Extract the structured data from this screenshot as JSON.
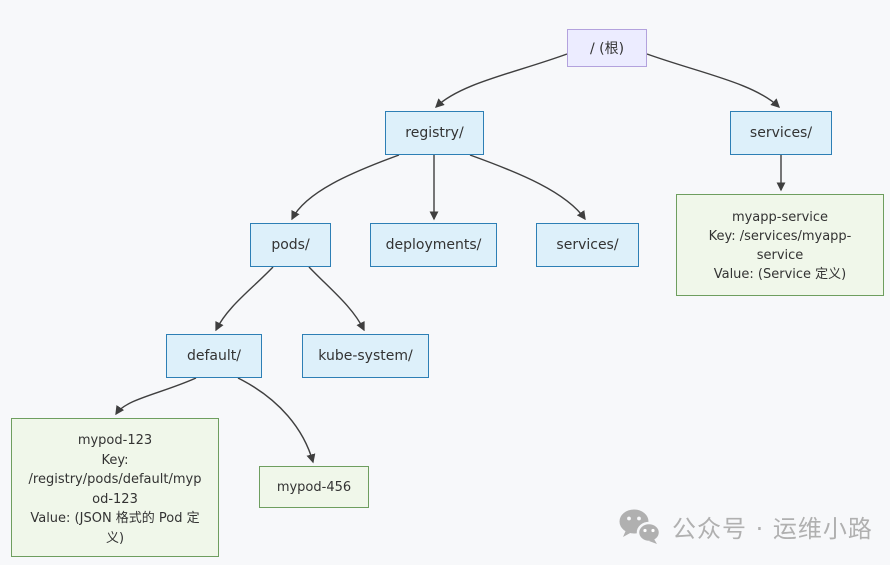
{
  "diagram": {
    "title_hint": "etcd key tree for Kubernetes objects",
    "nodes": {
      "root": {
        "label": "/ (根)"
      },
      "registry": {
        "label": "registry/"
      },
      "services_top": {
        "label": "services/"
      },
      "pods": {
        "label": "pods/"
      },
      "deployments": {
        "label": "deployments/"
      },
      "services_mid": {
        "label": "services/"
      },
      "myapp": {
        "lines": [
          "myapp-service",
          "Key: /services/myapp-service",
          "Value: (Service 定义)"
        ]
      },
      "default_ns": {
        "label": "default/"
      },
      "kube_system": {
        "label": "kube-system/"
      },
      "mypod123": {
        "lines": [
          "mypod-123",
          "Key: /registry/pods/default/mypod-123",
          "Value: (JSON 格式的 Pod 定义)"
        ]
      },
      "mypod456": {
        "label": "mypod-456"
      }
    },
    "edges": [
      {
        "from": "root",
        "to": "registry"
      },
      {
        "from": "root",
        "to": "services_top"
      },
      {
        "from": "registry",
        "to": "pods"
      },
      {
        "from": "registry",
        "to": "deployments"
      },
      {
        "from": "registry",
        "to": "services_mid"
      },
      {
        "from": "services_top",
        "to": "myapp"
      },
      {
        "from": "pods",
        "to": "default_ns"
      },
      {
        "from": "pods",
        "to": "kube_system"
      },
      {
        "from": "default_ns",
        "to": "mypod123"
      },
      {
        "from": "default_ns",
        "to": "mypod456"
      }
    ],
    "colors": {
      "background": "#f7f8fa",
      "root_fill": "#ececff",
      "root_border": "#b3a2dd",
      "blue_fill": "#ddf0fa",
      "blue_border": "#2d7fb5",
      "green_fill": "#f0f7ea",
      "green_border": "#6e9e5f",
      "edge": "#3f3f3f",
      "text": "#333333",
      "watermark": "#b0b0b0"
    }
  },
  "watermark": {
    "icon": "wechat-icon",
    "label": "公众号 · 运维小路"
  }
}
